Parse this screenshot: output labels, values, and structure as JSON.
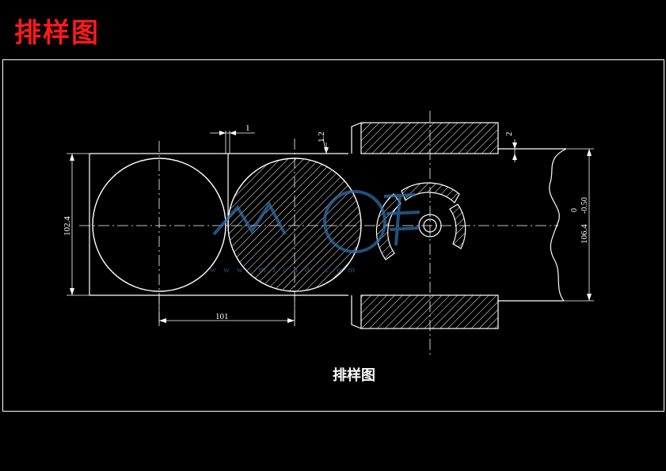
{
  "page_title": "排样图",
  "drawing": {
    "caption": "排样图",
    "dim_pitch": "101",
    "dim_strip_width": "102.4",
    "dim_gap_top": "1",
    "dim_side_gap": "1.2",
    "dim_side_cut": "2",
    "dim_guide_width": "106.4",
    "dim_tol_upper": "0",
    "dim_tol_lower": "-0.50",
    "watermark_text": "www.mfcad.com"
  },
  "colors": {
    "title": "#ff1a1a",
    "lines": "#ffffff",
    "background": "#000000",
    "watermark": "#2e6da4"
  }
}
